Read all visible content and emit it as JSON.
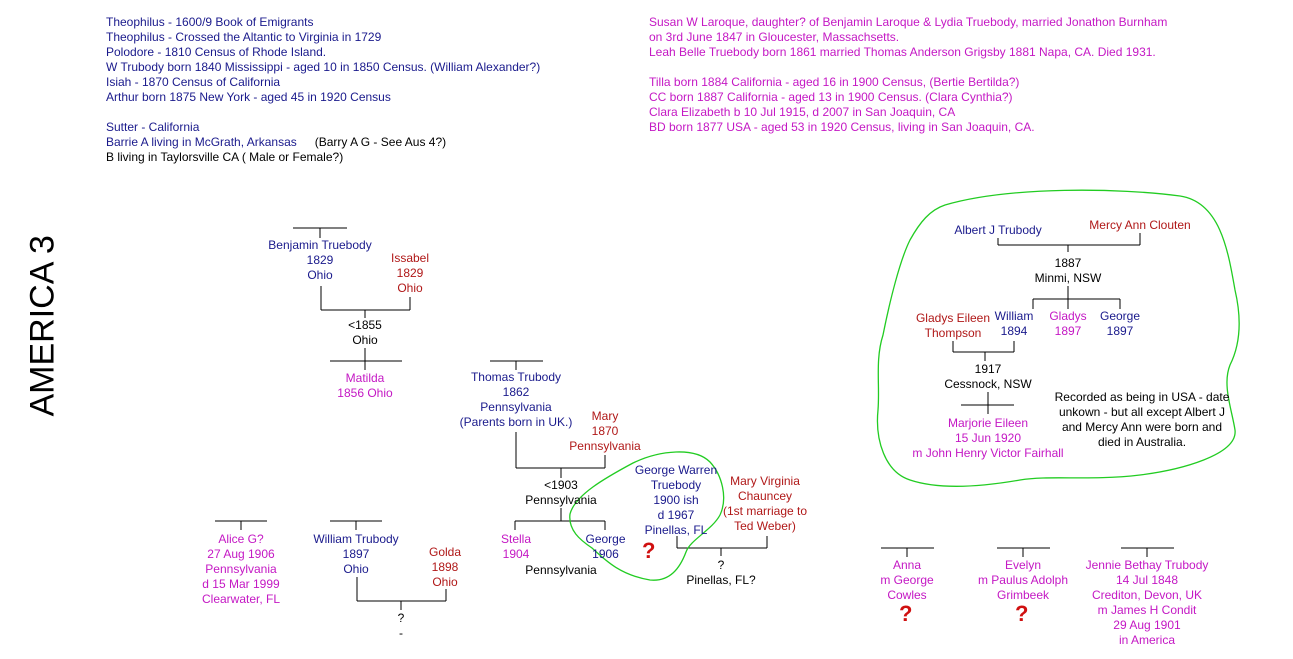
{
  "side_title": "AMERICA 3",
  "notes_left": [
    "Theophilus - 1600/9 Book of Emigrants",
    "Theophilus - Crossed the Altantic to Virginia in 1729",
    "Polodore - 1810 Census of Rhode Island.",
    "W Trubody born 1840 Mississippi - aged 10 in 1850 Census. (William Alexander?)",
    "Isiah - 1870 Census of California",
    "Arthur born 1875 New York - aged 45 in 1920 Census",
    "Sutter - California",
    "Barrie A living in McGrath, Arkansas",
    "(Barry A G - See Aus 4?)",
    "B living in Taylorsville CA ( Male or Female?)"
  ],
  "notes_right": [
    "Susan W Laroque, daughter? of Benjamin Laroque & Lydia Truebody, married Jonathon Burnham",
    "on 3rd June 1847 in Gloucester, Massachsetts.",
    "Leah Belle Truebody born 1861 married Thomas Anderson  Grigsby 1881 Napa, CA. Died 1931.",
    "Tilla born 1884 California - aged 16 in 1900 Census, (Bertie Bertilda?)",
    "CC born 1887 California - aged 13 in 1900 Census. (Clara Cynthia?)",
    "Clara Elizabeth b 10 Jul 1915, d 2007 in San Joaquin, CA",
    "BD born 1877 USA - aged 53 in 1920 Census, living in San Joaquin, CA."
  ],
  "people": {
    "benjamin": [
      "Benjamin Truebody",
      "1829",
      "Ohio"
    ],
    "issabel": [
      "Issabel",
      "1829",
      "Ohio"
    ],
    "m1855": [
      "<1855",
      "Ohio"
    ],
    "matilda": [
      "Matilda",
      "1856 Ohio"
    ],
    "thomas": [
      "Thomas Trubody",
      "1862",
      "Pennsylvania",
      "(Parents born in UK.)"
    ],
    "mary": [
      "Mary",
      "1870",
      "Pennsylvania"
    ],
    "m1903": [
      "<1903",
      "Pennsylvania"
    ],
    "stella": [
      "Stella",
      "1904"
    ],
    "george1906": [
      "George",
      "1906"
    ],
    "pennsylvania": [
      "Pennsylvania"
    ],
    "george_warren": [
      "George Warren",
      "Truebody",
      "1900 ish",
      "d 1967",
      "Pinellas, FL"
    ],
    "mary_virginia": [
      "Mary Virginia",
      "Chauncey",
      "(1st marriage to",
      "Ted Weber)"
    ],
    "pinellas_q": [
      "?",
      "Pinellas, FL?"
    ],
    "alice": [
      "Alice G?",
      "27 Aug 1906",
      "Pennsylvania",
      "d 15 Mar 1999",
      "Clearwater, FL"
    ],
    "william1897": [
      "William Trubody",
      "1897",
      "Ohio"
    ],
    "golda": [
      "Golda",
      "1898",
      "Ohio"
    ],
    "wg_q": [
      "?",
      "-"
    ],
    "albert": [
      "Albert J Trubody"
    ],
    "mercy": [
      "Mercy Ann Clouten"
    ],
    "m1887": [
      "1887",
      "Minmi, NSW"
    ],
    "gladys_thompson": [
      "Gladys Eileen",
      "Thompson"
    ],
    "william1894": [
      "William",
      "1894"
    ],
    "gladys1897": [
      "Gladys",
      "1897"
    ],
    "george1897": [
      "George",
      "1897"
    ],
    "m1917": [
      "1917",
      "Cessnock, NSW"
    ],
    "marjorie": [
      "Marjorie Eileen",
      "15 Jun 1920",
      "m John Henry Victor Fairhall"
    ],
    "recorded": [
      "Recorded as being in USA - date",
      "unkown - but all except Albert J",
      "and Mercy Ann were born and",
      "died in Australia."
    ],
    "anna": [
      "Anna",
      "m George",
      "Cowles"
    ],
    "evelyn": [
      "Evelyn",
      "m Paulus Adolph",
      "Grimbeek"
    ],
    "jennie": [
      "Jennie Bethay Trubody",
      "14 Jul 1848",
      "Crediton, Devon, UK",
      "m James H Condit",
      "29 Aug 1901",
      "in America"
    ]
  },
  "question_mark": "?"
}
